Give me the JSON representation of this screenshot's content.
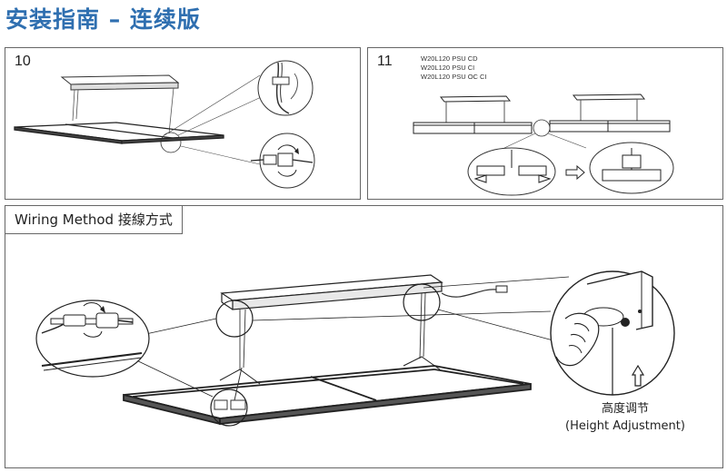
{
  "page": {
    "title": "安装指南 – 连续版"
  },
  "step10": {
    "number": "10"
  },
  "step11": {
    "number": "11",
    "models": [
      "W20L120 PSU CD",
      "W20L120 PSU CI",
      "W20L120 PSU OC CI"
    ]
  },
  "wiring": {
    "label": "Wiring Method 接線方式",
    "height_label_cn": "高度调节",
    "height_label_en": "(Height Adjustment)"
  }
}
